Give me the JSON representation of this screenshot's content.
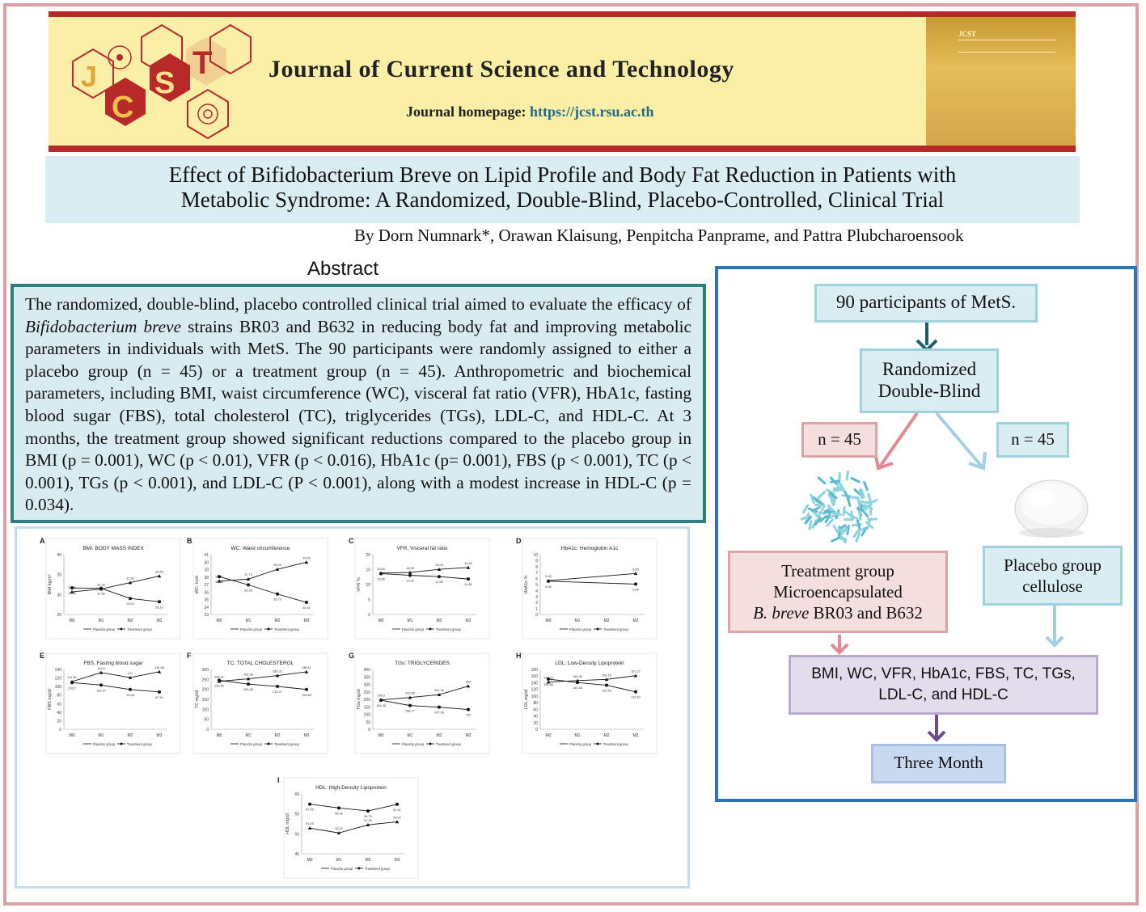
{
  "journal": {
    "title": "Journal of Current Science and Technology",
    "homepage_label": "Journal homepage:",
    "homepage_url": "https://jcst.rsu.ac.th",
    "logo_letters": [
      "J",
      "C",
      "S",
      "T"
    ],
    "cover_abbrev": "JCST"
  },
  "paper": {
    "title_line1": "Effect of Bifidobacterium Breve on Lipid Profile and Body Fat Reduction in Patients with",
    "title_line2": "Metabolic Syndrome: A Randomized, Double-Blind, Placebo-Controlled, Clinical Trial",
    "authors": "By Dorn Numnark*, Orawan Klaisung, Penpitcha Panprame, and Pattra Plubcharoensook"
  },
  "abstract": {
    "heading": "Abstract",
    "text_before": "The randomized, double-blind, placebo controlled clinical trial aimed to evaluate the efficacy of ",
    "text_italic": "Bifidobacterium breve",
    "text_after": " strains BR03 and B632 in reducing body fat and improving metabolic parameters in individuals with MetS. The 90 participants were randomly assigned to either a placebo group (n = 45) or a treatment group (n = 45). Anthropometric and biochemical parameters, including BMI, waist circumference (WC), visceral fat ratio (VFR), HbA1c, fasting blood sugar (FBS), total cholesterol (TC), triglycerides (TGs), LDL-C, and HDL-C. At 3 months, the treatment group showed significant reductions compared to the placebo group in BMI (p = 0.001), WC (p < 0.01), VFR (p < 0.016), HbA1c (p= 0.001), FBS (p < 0.001), TC (p < 0.001), TGs (p < 0.001), and LDL-C (P < 0.001), along with a modest increase in HDL-C (p = 0.034)."
  },
  "flow": {
    "participants": "90 participants of MetS.",
    "randomized_l1": "Randomized",
    "randomized_l2": "Double-Blind",
    "n_left": "n = 45",
    "n_right": "n = 45",
    "treat_l1": "Treatment group",
    "treat_l2": "Microencapsulated",
    "treat_l3_italic": "B. breve",
    "treat_l3_rest": " BR03  and B632",
    "placebo_l1": "Placebo group",
    "placebo_l2": "cellulose",
    "outcomes_l1": "BMI, WC, VFR, HbA1c, FBS, TC, TGs,",
    "outcomes_l2": "LDL-C, and HDL-C",
    "duration": "Three Month"
  },
  "chart_data": [
    {
      "panel": "A",
      "type": "line",
      "title": "BMI: BODY MASS INDEX",
      "ylabel": "BMI kg/m²",
      "categories": [
        "M0",
        "M1",
        "M2",
        "M3"
      ],
      "ylim": [
        25,
        40
      ],
      "yticks": [
        25,
        30,
        35,
        40
      ],
      "series": [
        {
          "name": "Placebo group",
          "values": [
            30.66,
            31.38,
            32.99,
            34.65
          ]
        },
        {
          "name": "Treatment group",
          "values": [
            31.66,
            31.56,
            29.01,
            28.19
          ]
        }
      ]
    },
    {
      "panel": "B",
      "type": "line",
      "title": "WC: Waist circumference",
      "ylabel": "WC: Inch",
      "categories": [
        "M0",
        "M1",
        "M2",
        "M3"
      ],
      "ylim": [
        33,
        41
      ],
      "yticks": [
        33,
        34,
        35,
        36,
        37,
        38,
        39,
        40,
        41
      ],
      "series": [
        {
          "name": "Placebo group",
          "values": [
            37.47,
            37.73,
            39.04,
            39.99
          ]
        },
        {
          "name": "Treatment group",
          "values": [
            38.06,
            36.96,
            35.73,
            34.62
          ]
        }
      ]
    },
    {
      "panel": "C",
      "type": "line",
      "title": "VFR, Visceral fat ratio",
      "ylabel": "VFR %",
      "categories": [
        "M0",
        "M1",
        "M2",
        "M3"
      ],
      "ylim": [
        0,
        20
      ],
      "yticks": [
        0,
        5,
        10,
        15,
        20
      ],
      "series": [
        {
          "name": "Placebo group",
          "values": [
            13.84,
            14.05,
            15.09,
            15.69
          ]
        },
        {
          "name": "Treatment group",
          "values": [
            13.66,
            13.09,
            12.65,
            11.86
          ]
        }
      ]
    },
    {
      "panel": "D",
      "type": "line",
      "title": "HbA1c: Hemoglobin A1c",
      "ylabel": "HbA1c %",
      "categories": [
        "M0",
        "M1",
        "M2",
        "M3"
      ],
      "ylim": [
        0,
        10
      ],
      "yticks": [
        0,
        1,
        2,
        3,
        4,
        5,
        6,
        7,
        8,
        9,
        10
      ],
      "series": [
        {
          "name": "Placebo group",
          "values": [
            5.65,
            null,
            null,
            6.85
          ]
        },
        {
          "name": "Treatment group",
          "values": [
            5.56,
            null,
            null,
            5.08
          ]
        }
      ]
    },
    {
      "panel": "E",
      "type": "line",
      "title": "FBS, Fasting blood sugar",
      "ylabel": "FBS mg/dl",
      "categories": [
        "M0",
        "M1",
        "M2",
        "M3"
      ],
      "ylim": [
        0,
        140
      ],
      "yticks": [
        0,
        20,
        40,
        60,
        80,
        100,
        120,
        140
      ],
      "series": [
        {
          "name": "Placebo group",
          "values": [
            111.56,
            132.8,
            121.0,
            134.66
          ]
        },
        {
          "name": "Treatment group",
          "values": [
            109.2,
            103.37,
            93.08,
            87.31
          ]
        }
      ]
    },
    {
      "panel": "F",
      "type": "line",
      "title": "TC: TOTAL CHOLESTEROL",
      "ylabel": "TC mg/dl",
      "categories": [
        "M0",
        "M1",
        "M2",
        "M3"
      ],
      "ylim": [
        0,
        300
      ],
      "yticks": [
        0,
        50,
        100,
        150,
        200,
        250,
        300
      ],
      "series": [
        {
          "name": "Placebo group",
          "values": [
            240.21,
            252.96,
            269.32,
            288.11
          ]
        },
        {
          "name": "Treatment group",
          "values": [
            245.66,
            226.45,
            215.07,
            199.65
          ]
        }
      ]
    },
    {
      "panel": "G",
      "type": "line",
      "title": "TGs: TRIGLYCERIDES",
      "ylabel": "TGs mg/dl",
      "categories": [
        "M0",
        "M1",
        "M2",
        "M3"
      ],
      "ylim": [
        0,
        400
      ],
      "yticks": [
        0,
        50,
        100,
        150,
        200,
        250,
        300,
        350,
        400
      ],
      "series": [
        {
          "name": "Placebo group",
          "values": [
            196.3,
            212.56,
            231.36,
            289
          ]
        },
        {
          "name": "Treatment group",
          "values": [
            194.35,
            158.77,
            147.69,
            132
          ]
        }
      ]
    },
    {
      "panel": "H",
      "type": "line",
      "title": "LDL: Low-Density Lipoprotein",
      "ylabel": "LDL mg/dl",
      "categories": [
        "M0",
        "M1",
        "M2",
        "M3"
      ],
      "ylim": [
        0,
        180
      ],
      "yticks": [
        0,
        20,
        40,
        60,
        80,
        100,
        120,
        140,
        160,
        180
      ],
      "series": [
        {
          "name": "Placebo group",
          "values": [
            142.22,
            146.45,
            150.16,
            161.22
          ]
        },
        {
          "name": "Treatment group",
          "values": [
            150.98,
            140.56,
            132.54,
            112.69
          ]
        }
      ]
    },
    {
      "panel": "I",
      "type": "line",
      "title": "HDL: High-Density Lipoprotein",
      "ylabel": "HDL mg/dl",
      "categories": [
        "M0",
        "M1",
        "M2",
        "M3"
      ],
      "ylim": [
        45,
        60
      ],
      "yticks": [
        45,
        50,
        55,
        60
      ],
      "series": [
        {
          "name": "Placebo group",
          "values": [
            51.45,
            50.22,
            52.26,
            53.02
          ]
        },
        {
          "name": "Treatment group",
          "values": [
            57.45,
            56.48,
            55.73,
            57.41
          ]
        }
      ]
    }
  ],
  "legend": {
    "placebo": "Placebo group",
    "treatment": "Treatment group"
  },
  "colors": {
    "border": "#d9a0a5",
    "banner_red": "#b82a2a",
    "teal": "#2e7d80",
    "flow_border": "#2e74b5",
    "arrow_pink": "#e08a93",
    "arrow_blue": "#9fd1de",
    "arrow_purple": "#6e4c8c"
  }
}
